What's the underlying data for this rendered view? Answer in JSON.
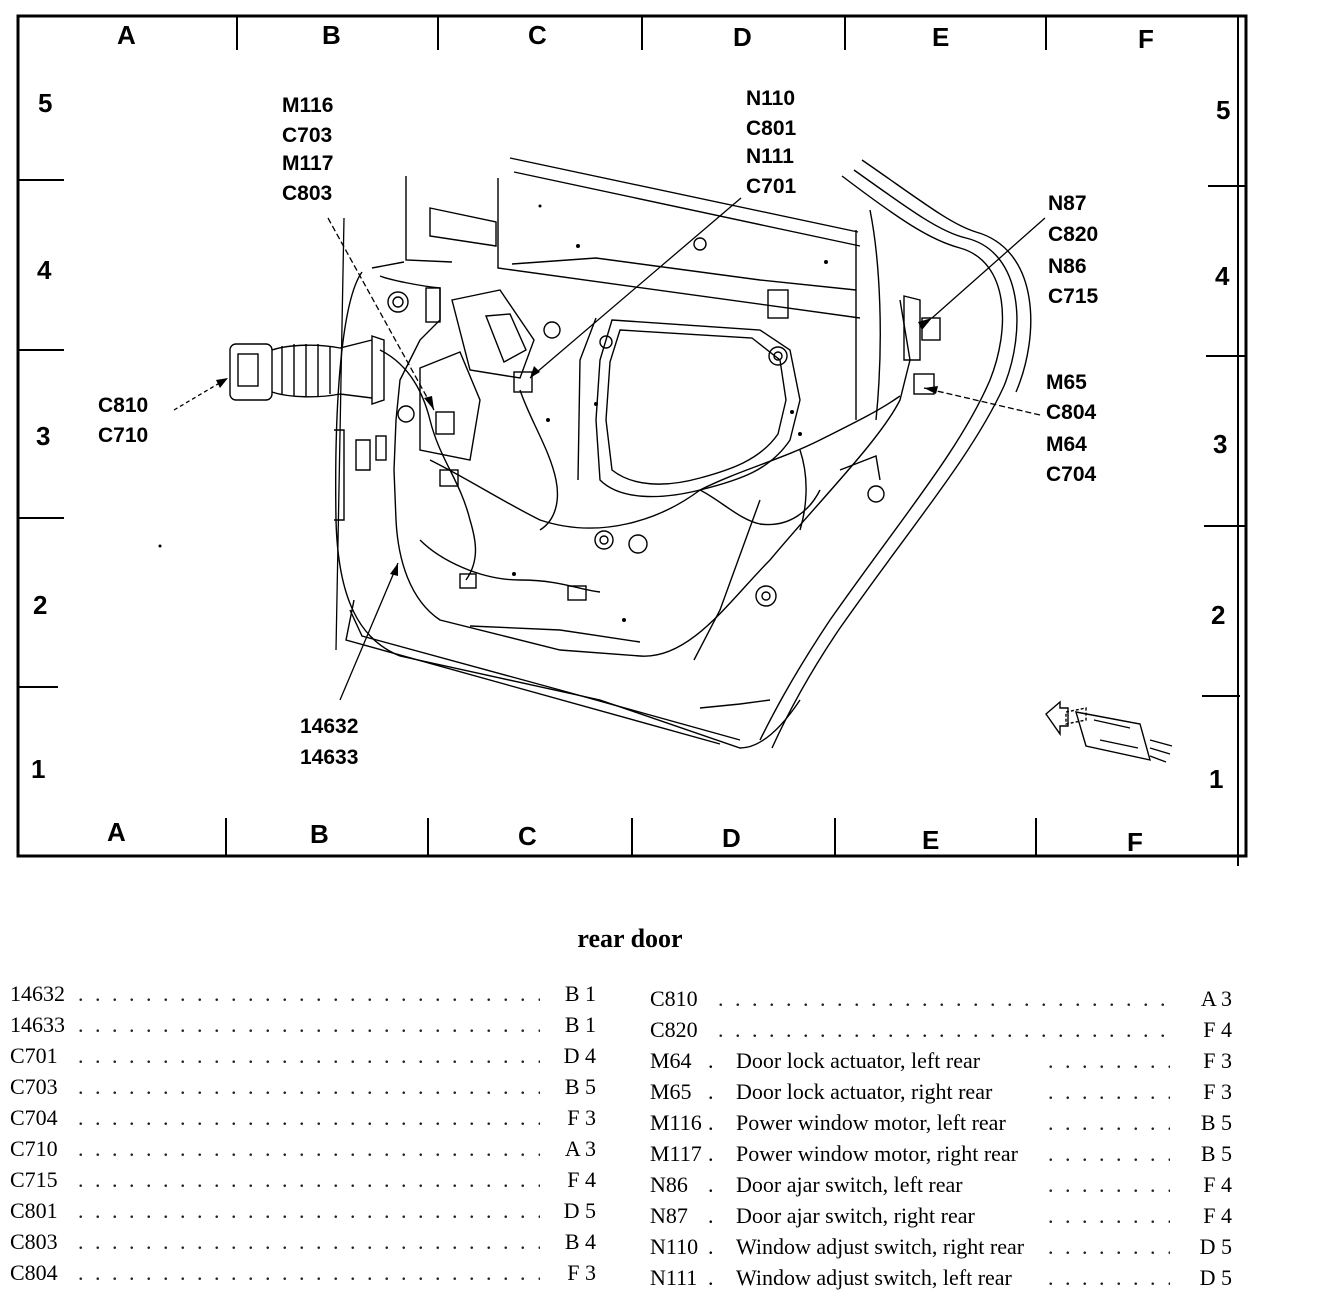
{
  "grid": {
    "columns": [
      "A",
      "B",
      "C",
      "D",
      "E",
      "F"
    ],
    "rows": [
      "5",
      "4",
      "3",
      "2",
      "1"
    ]
  },
  "callouts": {
    "top_left": [
      "M116",
      "C703",
      "M117",
      "C803"
    ],
    "top_center": [
      "N110",
      "C801",
      "N111",
      "C701"
    ],
    "right_upper": [
      "N87",
      "C820",
      "N86",
      "C715"
    ],
    "right_lower": [
      "M65",
      "C804",
      "M64",
      "C704"
    ],
    "left": [
      "C810",
      "C710"
    ],
    "bottom": [
      "14632",
      "14633"
    ]
  },
  "title": "rear door",
  "legend_left": [
    {
      "code": "14632",
      "desc": "",
      "loc": "B 1"
    },
    {
      "code": "14633",
      "desc": "",
      "loc": "B 1"
    },
    {
      "code": "C701",
      "desc": "",
      "loc": "D 4"
    },
    {
      "code": "C703",
      "desc": "",
      "loc": "B 5"
    },
    {
      "code": "C704",
      "desc": "",
      "loc": "F 3"
    },
    {
      "code": "C710",
      "desc": "",
      "loc": "A 3"
    },
    {
      "code": "C715",
      "desc": "",
      "loc": "F 4"
    },
    {
      "code": "C801",
      "desc": "",
      "loc": "D 5"
    },
    {
      "code": "C803",
      "desc": "",
      "loc": "B 4"
    },
    {
      "code": "C804",
      "desc": "",
      "loc": "F 3"
    }
  ],
  "legend_right": [
    {
      "code": "C810",
      "desc": "",
      "loc": "A 3"
    },
    {
      "code": "C820",
      "desc": "",
      "loc": "F 4"
    },
    {
      "code": "M64",
      "desc": "Door lock actuator, left rear",
      "loc": "F 3"
    },
    {
      "code": "M65",
      "desc": "Door lock actuator, right rear",
      "loc": "F 3"
    },
    {
      "code": "M116",
      "desc": "Power window motor, left rear",
      "loc": "B 5"
    },
    {
      "code": "M117",
      "desc": "Power window motor, right rear",
      "loc": "B 5"
    },
    {
      "code": "N86",
      "desc": "Door ajar switch, left rear",
      "loc": "F 4"
    },
    {
      "code": "N87",
      "desc": "Door ajar switch, right rear",
      "loc": "F 4"
    },
    {
      "code": "N110",
      "desc": "Window adjust switch, right rear",
      "loc": "D 5"
    },
    {
      "code": "N111",
      "desc": "Window adjust switch, left rear",
      "loc": "D 5"
    }
  ]
}
